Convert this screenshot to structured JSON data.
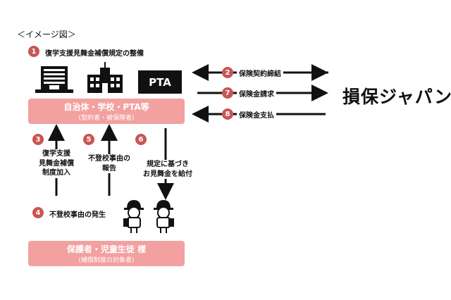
{
  "caption": "＜イメージ図＞",
  "steps": {
    "s1": {
      "num": "1",
      "label": "復学支援見舞金補償規定の整備"
    },
    "s2": {
      "num": "2",
      "label": "保険契約締結"
    },
    "s3": {
      "num": "3",
      "lines": [
        "復学支援",
        "見舞金補償",
        "制度加入"
      ]
    },
    "s4": {
      "num": "4",
      "label": "不登校事由の発生"
    },
    "s5": {
      "num": "5",
      "lines": [
        "不登校事由の",
        "報告"
      ]
    },
    "s6": {
      "num": "6",
      "lines": [
        "規定に基づき",
        "お見舞金を給付"
      ]
    },
    "s7": {
      "num": "7",
      "label": "保険金請求"
    },
    "s8": {
      "num": "8",
      "label": "保険金支払"
    }
  },
  "parties": {
    "top": {
      "title": "自治体・学校・PTA等",
      "sub": "(契約者・被保険者)"
    },
    "bottom": {
      "title": "保護者・児童生徒 様",
      "sub": "(補償制度の対象者)"
    },
    "insurer": "損保ジャパン",
    "pta_label": "PTA"
  },
  "icons": [
    "office-building-icon",
    "school-icon",
    "child-icon"
  ],
  "colors": {
    "accent": "#c95555",
    "box": "#f2a0a0",
    "ink": "#111111"
  }
}
